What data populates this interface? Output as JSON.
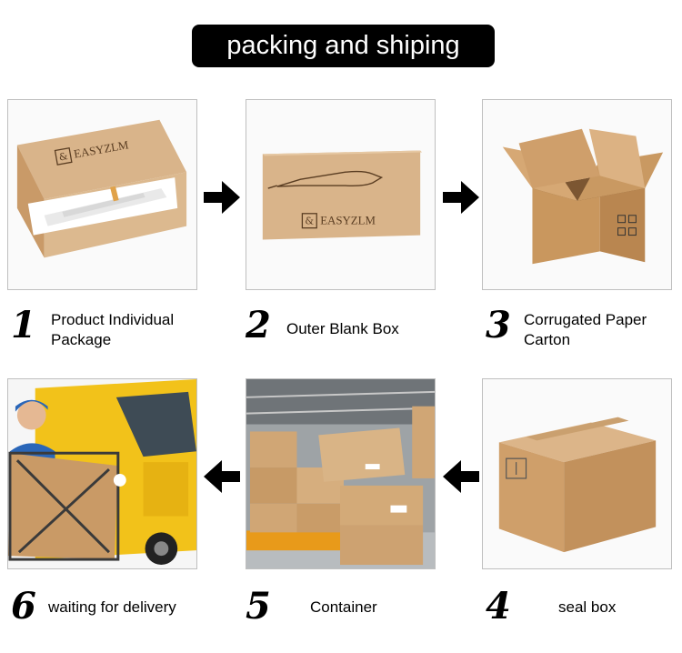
{
  "title": "packing and shiping",
  "brand": "EASYZLM",
  "steps": [
    {
      "number": "1",
      "label_line1": "Product Individual",
      "label_line2": "Package"
    },
    {
      "number": "2",
      "label_line1": "Outer Blank Box",
      "label_line2": ""
    },
    {
      "number": "3",
      "label_line1": "Corrugated Paper",
      "label_line2": "Carton"
    },
    {
      "number": "4",
      "label_line1": "seal box",
      "label_line2": ""
    },
    {
      "number": "5",
      "label_line1": "Container",
      "label_line2": ""
    },
    {
      "number": "6",
      "label_line1": "waiting for delivery",
      "label_line2": ""
    }
  ],
  "icons": [
    "arrow-right-icon",
    "arrow-left-icon"
  ],
  "colors": {
    "title_bg": "#000000",
    "title_text": "#ffffff",
    "cardboard": "#d2a877",
    "van": "#f2c21a"
  }
}
